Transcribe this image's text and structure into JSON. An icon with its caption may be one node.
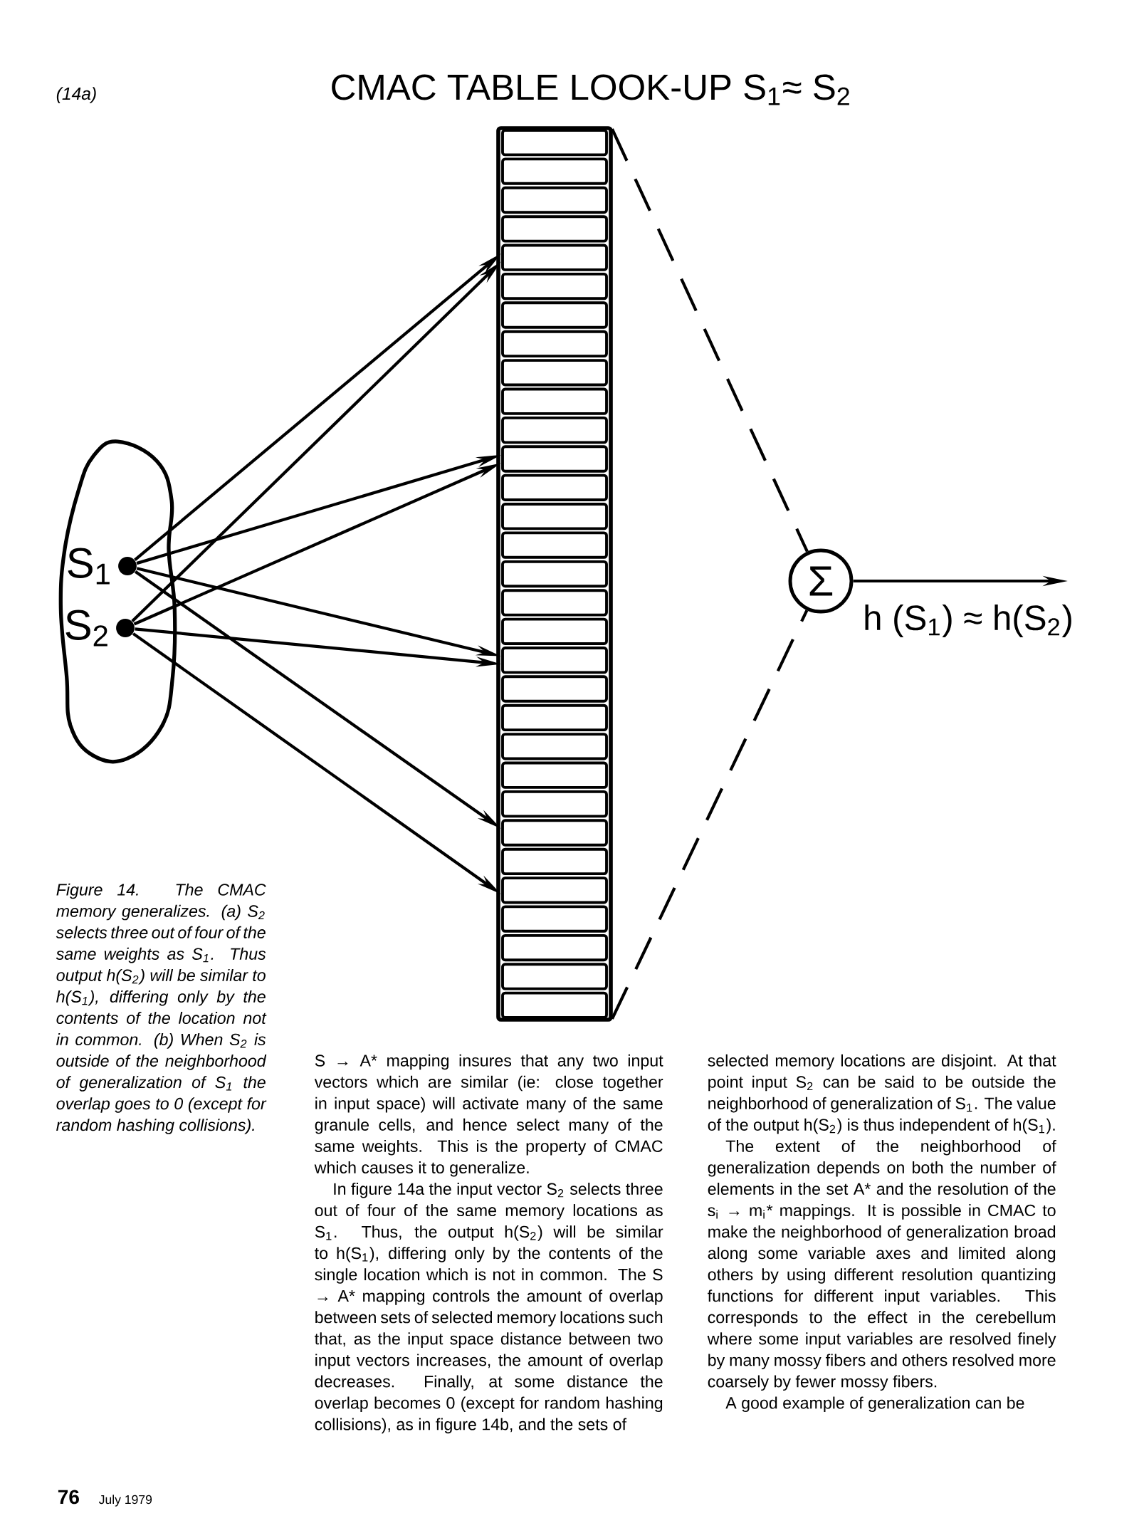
{
  "diagram": {
    "title": "CMAC TABLE LOOK-UP S$_{1}$≈ S$_{2}$",
    "caption": "Figure 14. The CMAC memory generalizes. (a) S$_{2}$ selects three out of four of the same weights as S$_{1}$. Thus output h(S$_{2}$) will be similar to h(S$_{1}$), differing only by the contents of the location not in common. (b) When S$_{2}$ is outside of the neighborhood of generalization of S$_{1}$ the overlap goes to 0 (except for random hashing collisions).",
    "nodes": [
      {
        "text": [],
        "shape": "cloud"
      },
      {
        "text": [
          "S$_{1}$"
        ],
        "in": 0
      },
      {
        "text": [
          "S$_{2}$"
        ],
        "in": 0
      },
      {
        "text": [],
        "shape": "box"
      },
      {
        "text": [],
        "shape": "box"
      },
      {
        "text": [],
        "shape": "box"
      },
      {
        "text": [],
        "shape": "box"
      },
      {
        "text": [],
        "shape": "box"
      },
      {
        "text": [],
        "shape": "box"
      },
      {
        "text": [],
        "shape": "box"
      },
      {
        "text": [],
        "shape": "box"
      },
      {
        "text": [],
        "shape": "box"
      },
      {
        "text": [],
        "shape": "box"
      },
      {
        "text": [],
        "shape": "box"
      },
      {
        "text": [],
        "shape": "box"
      },
      {
        "text": [],
        "shape": "box"
      },
      {
        "text": [],
        "shape": "box"
      },
      {
        "text": [],
        "shape": "box"
      },
      {
        "text": [],
        "shape": "box"
      },
      {
        "text": [],
        "shape": "box"
      },
      {
        "text": [],
        "shape": "box"
      },
      {
        "text": [],
        "shape": "box"
      },
      {
        "text": [],
        "shape": "box"
      },
      {
        "text": [],
        "shape": "box"
      },
      {
        "text": [],
        "shape": "box"
      },
      {
        "text": [],
        "shape": "box"
      },
      {
        "text": [],
        "shape": "box"
      },
      {
        "text": [],
        "shape": "box"
      },
      {
        "text": [],
        "shape": "box"
      },
      {
        "text": [],
        "shape": "box"
      },
      {
        "text": [],
        "shape": "box"
      },
      {
        "text": [],
        "shape": "box"
      },
      {
        "text": [],
        "shape": "box"
      },
      {
        "text": [],
        "shape": "box"
      },
      {
        "text": [
          "Σ"
        ]
      }
    ],
    "edges": [
      {
        "from": 1,
        "to": 7,
        "arrow": "to"
      },
      {
        "from": 1,
        "to": 14,
        "arrow": "to"
      },
      {
        "from": 1,
        "to": 21,
        "arrow": "to"
      },
      {
        "from": 1,
        "to": 27,
        "arrow": "to"
      },
      {
        "from": 2,
        "to": 7,
        "arrow": "to"
      },
      {
        "from": 2,
        "to": 14,
        "arrow": "to"
      },
      {
        "from": 2,
        "to": 21,
        "arrow": "to"
      },
      {
        "from": 2,
        "to": 29,
        "arrow": "to"
      },
      {
        "from": 3,
        "to": 34,
        "arrow": "none",
        "style": "dashed"
      },
      {
        "from": 33,
        "to": 34,
        "arrow": "none",
        "style": "dashed"
      },
      {
        "from": 34,
        "to": null,
        "arrow": "to",
        "label": "h (S$_{1}$) ≈ h(S$_{2}$)"
      }
    ],
    "labels": [
      "(14a)",
      "S → A* mapping insures that any two input vectors which are similar (ie: close together in input space) will activate many of the same granule cells, and hence select many of the same weights. This is the property of CMAC which causes it to generalize.",
      "In figure 14a the input vector S$_{2}$ selects three out of four of the same memory locations as S$_{1}$. Thus, the output h(S$_{2}$) will be similar to h(S$_{1}$), differing only by the contents of the single location which is not in common. The S → A* mapping controls the amount of overlap between sets of selected memory locations such that, as the input space distance between two input vectors increases, the amount of overlap decreases. Finally, at some distance the overlap becomes 0 (except for random hashing collisions), as in figure 14b, and the sets of",
      "selected memory locations are disjoint. At that point input S$_{2}$ can be said to be outside the neighborhood of generalization of S$_{1}$. The value of the output h(S$_{2}$) is thus independent of h(S$_{1}$).",
      "The extent of the neighborhood of generalization depends on both the number of elements in the set A* and the resolution of the s$_{i}$ → m$_{i}$* mappings. It is possible in CMAC to make the neighborhood of generalization broad along some variable axes and limited along others by using different resolution quantizing functions for different input variables. This corresponds to the effect in the cerebellum where some input variables are resolved finely by many mossy fibers and others resolved more coarsely by fewer mossy fibers.",
      "A good example of generalization can be",
      "76",
      "July 1979"
    ]
  }
}
